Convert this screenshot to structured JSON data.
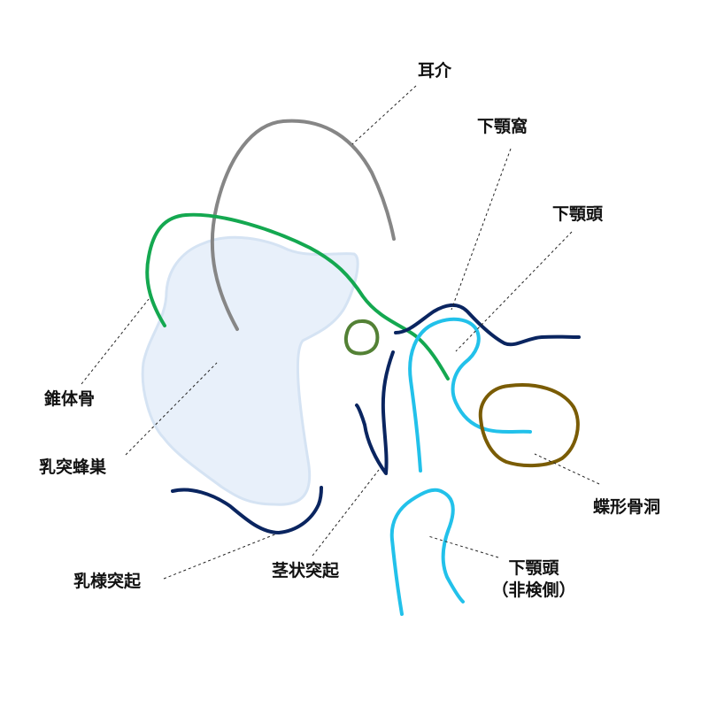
{
  "labels": {
    "auricle": "耳介",
    "mandibular_fossa": "下顎窩",
    "condyle": "下顎頭",
    "petrous": "錐体骨",
    "mastoid_cells": "乳突蜂巣",
    "mastoid_process": "乳様突起",
    "styloid": "茎状突起",
    "sphenoid_sinus": "蝶形骨洞",
    "condyle_other_1": "下顎頭",
    "condyle_other_2": "（非検側）"
  },
  "colors": {
    "auricle": "#868686",
    "petrous": "#14a850",
    "mastoid_fill": "#e8f0fa",
    "mastoid_stroke": "#d5e3f3",
    "navy": "#0a2560",
    "cyan": "#22c1ea",
    "small_circle": "#538135",
    "sphenoid": "#7a5c05",
    "leader": "#222222"
  }
}
